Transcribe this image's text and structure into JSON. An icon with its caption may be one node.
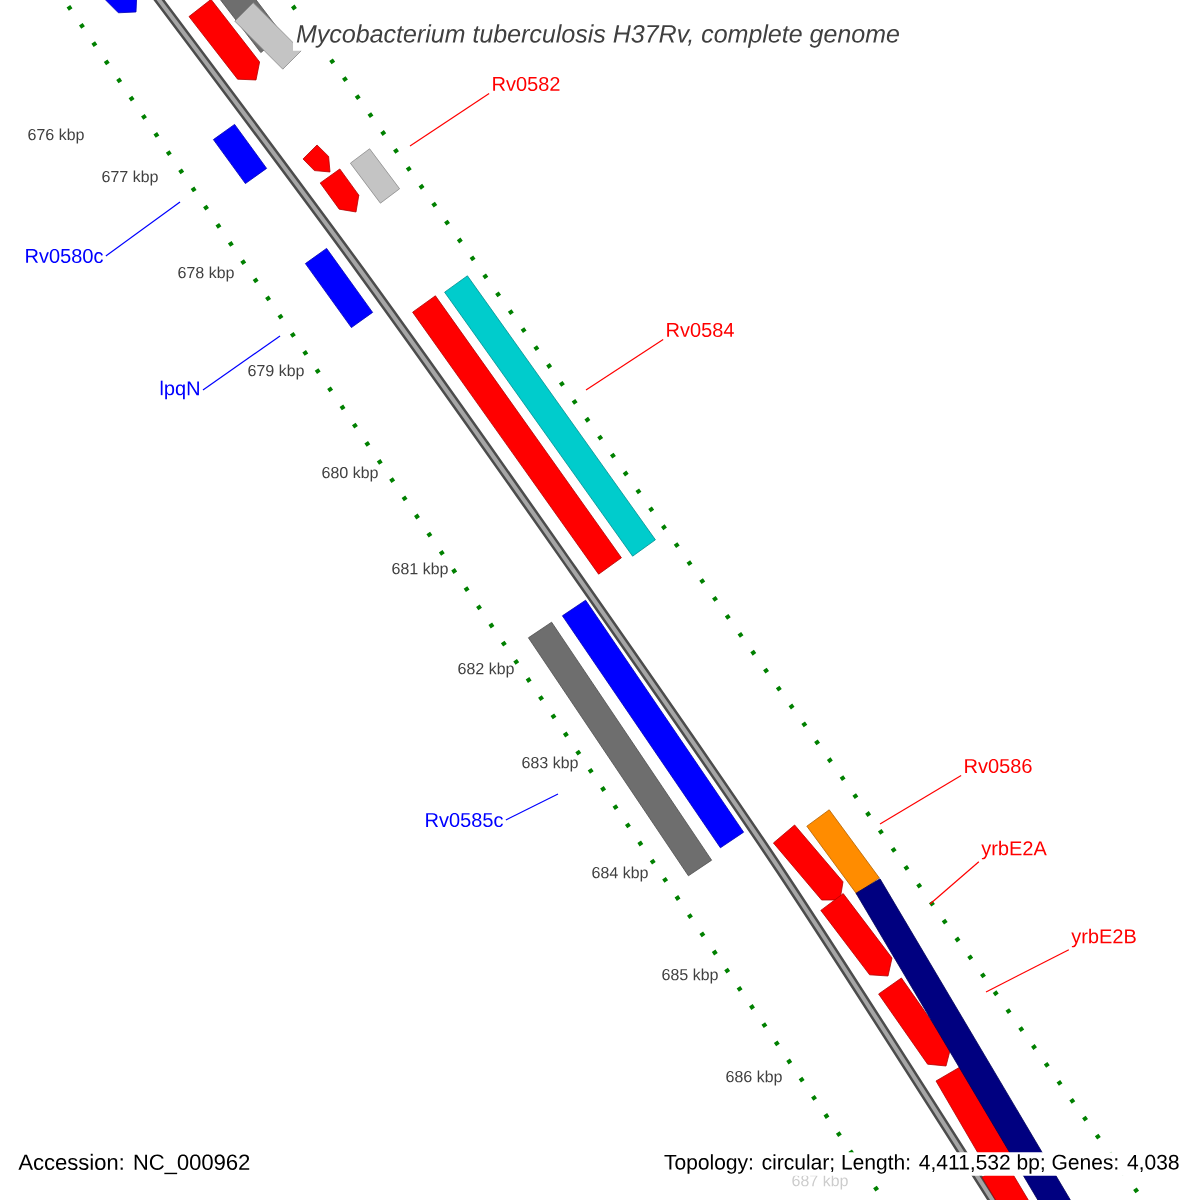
{
  "diagram": {
    "title": "Mycobacterium tuberculosis H37Rv, complete genome",
    "nodes": [
      {
        "text": [
          "Rv0582"
        ]
      },
      {
        "text": [
          "Rv0580c"
        ]
      },
      {
        "text": [
          "lpqN"
        ]
      },
      {
        "text": [
          "Rv0584"
        ]
      },
      {
        "text": [
          "Rv0585c"
        ]
      },
      {
        "text": [
          "Rv0586"
        ]
      },
      {
        "text": [
          "yrbE2A"
        ]
      },
      {
        "text": [
          "yrbE2B"
        ]
      }
    ],
    "edges": [
      {
        "from": 0,
        "to": null,
        "arrow": "none"
      },
      {
        "from": 1,
        "to": null,
        "arrow": "none",
        "color": "#0000ff"
      },
      {
        "from": 2,
        "to": null,
        "arrow": "none",
        "color": "#0000ff"
      },
      {
        "from": 3,
        "to": null,
        "arrow": "none"
      },
      {
        "from": 4,
        "to": null,
        "arrow": "none",
        "color": "#0000ff"
      },
      {
        "from": 5,
        "to": null,
        "arrow": "none"
      },
      {
        "from": 6,
        "to": null,
        "arrow": "none"
      },
      {
        "from": 7,
        "to": null,
        "arrow": "none"
      }
    ],
    "labels": [
      "676 kbp",
      "677 kbp",
      "678 kbp",
      "679 kbp",
      "680 kbp",
      "681 kbp",
      "682 kbp",
      "683 kbp",
      "684 kbp",
      "685 kbp",
      "686 kbp",
      "687 kbp",
      "Accession: NC_000962",
      "Topology: circular; Length: 4,411,532 bp; Genes: 4,038"
    ]
  }
}
